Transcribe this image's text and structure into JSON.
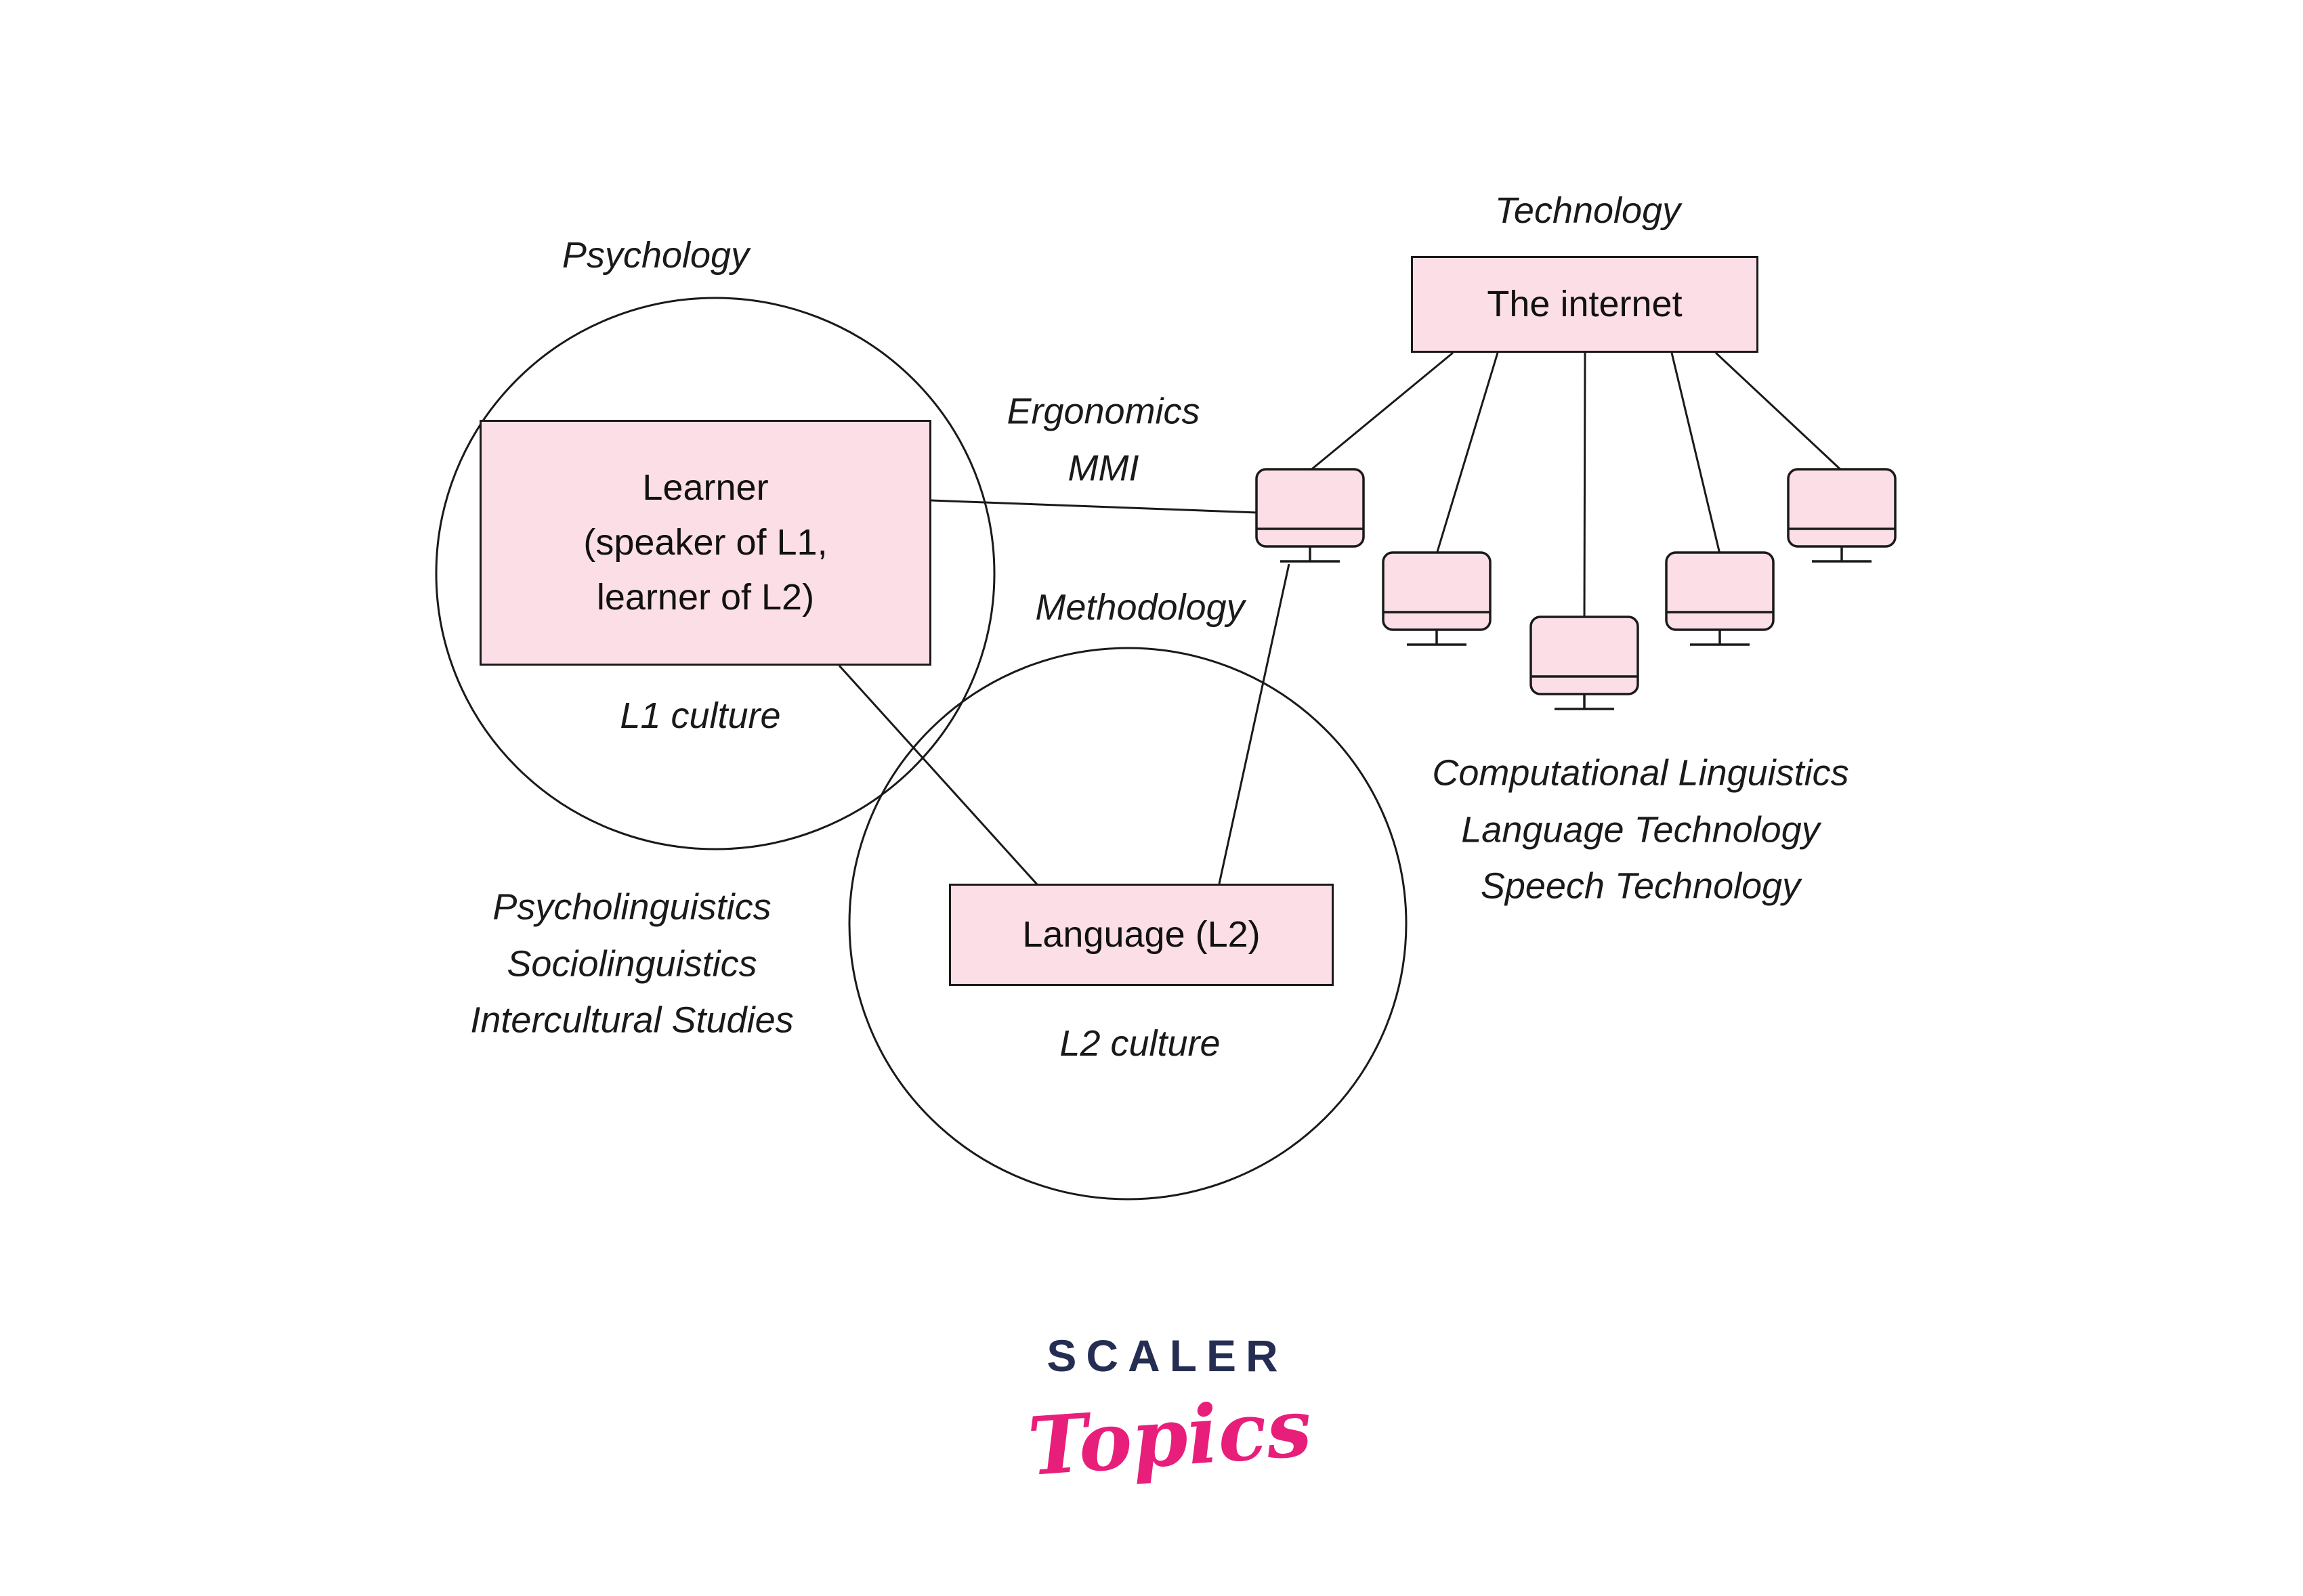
{
  "colors": {
    "box_fill": "#fbdee6",
    "stroke": "#1a1a1a",
    "logo_navy": "#252e52",
    "logo_pink": "#e71f7b"
  },
  "labels": {
    "psychology": "Psychology",
    "technology": "Technology",
    "ergonomics_mmi": "Ergonomics\nMMI",
    "methodology": "Methodology",
    "l1_culture": "L1 culture",
    "l2_culture": "L2 culture",
    "left_block": "Psycholinguistics\nSociolinguistics\nIntercultural Studies",
    "right_block": "Computational Linguistics\nLanguage Technology\nSpeech Technology"
  },
  "boxes": {
    "learner": "Learner\n(speaker of L1,\nlearner of L2)",
    "internet": "The internet",
    "language": "Language (L2)"
  },
  "brand": {
    "name": "SCALER",
    "word": "Topics"
  }
}
